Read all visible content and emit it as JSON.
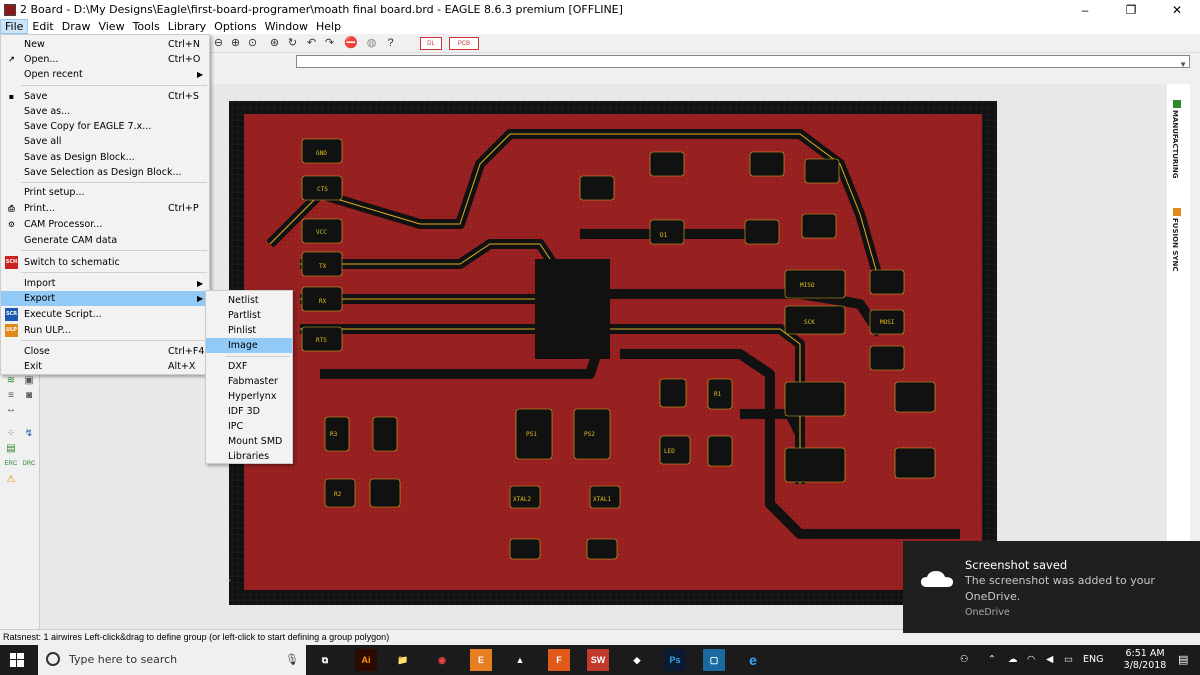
{
  "window": {
    "title": "2 Board - D:\\My Designs\\Eagle\\first-board-programer\\moath final board.brd - EAGLE 8.6.3 premium [OFFLINE]",
    "minimize": "–",
    "maximize": "❐",
    "close": "✕"
  },
  "menubar": [
    "File",
    "Edit",
    "Draw",
    "View",
    "Tools",
    "Library",
    "Options",
    "Window",
    "Help"
  ],
  "file_menu": {
    "items": [
      {
        "label": "New",
        "shortcut": "Ctrl+N"
      },
      {
        "label": "Open...",
        "shortcut": "Ctrl+O"
      },
      {
        "label": "Open recent",
        "shortcut": ""
      },
      {
        "label": "Save",
        "shortcut": "Ctrl+S"
      },
      {
        "label": "Save as...",
        "shortcut": ""
      },
      {
        "label": "Save Copy for EAGLE 7.x...",
        "shortcut": ""
      },
      {
        "label": "Save all",
        "shortcut": ""
      },
      {
        "label": "Save as Design Block...",
        "shortcut": ""
      },
      {
        "label": "Save Selection as Design Block...",
        "shortcut": ""
      },
      {
        "label": "Print setup...",
        "shortcut": ""
      },
      {
        "label": "Print...",
        "shortcut": "Ctrl+P"
      },
      {
        "label": "CAM Processor...",
        "shortcut": ""
      },
      {
        "label": "Generate CAM data",
        "shortcut": ""
      },
      {
        "label": "Switch to schematic",
        "shortcut": ""
      },
      {
        "label": "Import",
        "shortcut": ""
      },
      {
        "label": "Export",
        "shortcut": ""
      },
      {
        "label": "Execute Script...",
        "shortcut": ""
      },
      {
        "label": "Run ULP...",
        "shortcut": ""
      },
      {
        "label": "Close",
        "shortcut": "Ctrl+F4"
      },
      {
        "label": "Exit",
        "shortcut": "Alt+X"
      }
    ],
    "icons": {
      "scr": "SCR",
      "ulp": "ULP",
      "sch": "SCH"
    }
  },
  "export_submenu": [
    "Netlist",
    "Partlist",
    "Pinlist",
    "Image",
    "DXF",
    "Fabmaster",
    "Hyperlynx",
    "IDF 3D",
    "IPC",
    "Mount SMD",
    "Libraries"
  ],
  "right_panel": {
    "manufacturing": "MANUFACTURING",
    "fusion_sync": "FUSION SYNC"
  },
  "status_bar": "Ratsnest: 1 airwires Left-click&drag to define group (or left-click to start defining a group polygon)",
  "toast": {
    "title": "Screenshot saved",
    "message": "The screenshot was added to your OneDrive.",
    "source": "OneDrive"
  },
  "taskbar": {
    "search_placeholder": "Type here to search",
    "apps": [
      {
        "name": "task-view",
        "label": "⧉",
        "color": "#1b1b1b"
      },
      {
        "name": "illustrator",
        "label": "Ai",
        "color": "#2d0a00"
      },
      {
        "name": "file-explorer",
        "label": "📁",
        "color": "#1b1b1b"
      },
      {
        "name": "chrome",
        "label": "◉",
        "color": "#1b1b1b"
      },
      {
        "name": "eagle",
        "label": "E",
        "color": "#e67e22"
      },
      {
        "name": "app-wolf",
        "label": "▲",
        "color": "#1b1b1b"
      },
      {
        "name": "app-f",
        "label": "F",
        "color": "#e05a1a"
      },
      {
        "name": "solidworks",
        "label": "SW",
        "color": "#c0392b"
      },
      {
        "name": "inkscape",
        "label": "◆",
        "color": "#1b1b1b"
      },
      {
        "name": "photoshop",
        "label": "Ps",
        "color": "#0a1a33"
      },
      {
        "name": "arduino",
        "label": "▢",
        "color": "#1a6aa0"
      },
      {
        "name": "edge",
        "label": "e",
        "color": "#1b1b1b"
      }
    ],
    "language": "ENG",
    "time": "6:51 AM",
    "date": "3/8/2018"
  },
  "pcb": {
    "labels": [
      {
        "t": "GND",
        "n": "gnd"
      },
      {
        "t": "CTS",
        "n": "cts"
      },
      {
        "t": "VCC",
        "n": "vcc"
      },
      {
        "t": "TX",
        "n": "tx"
      },
      {
        "t": "RX",
        "n": "rx"
      },
      {
        "t": "RTS",
        "n": "rts"
      },
      {
        "t": "MISO",
        "n": "miso"
      },
      {
        "t": "SCK",
        "n": "sck"
      },
      {
        "t": "MOSI",
        "n": "mosi"
      },
      {
        "t": "D1",
        "n": "d1"
      },
      {
        "t": "LED",
        "n": "led"
      },
      {
        "t": "XTAL1",
        "n": "xtal1"
      },
      {
        "t": "XTAL2",
        "n": "xtal2"
      },
      {
        "t": "R1",
        "n": "r1"
      },
      {
        "t": "R2",
        "n": "r2"
      },
      {
        "t": "R3",
        "n": "r3"
      },
      {
        "t": "PS1",
        "n": "ps1"
      },
      {
        "t": "PS2",
        "n": "ps2"
      }
    ]
  }
}
